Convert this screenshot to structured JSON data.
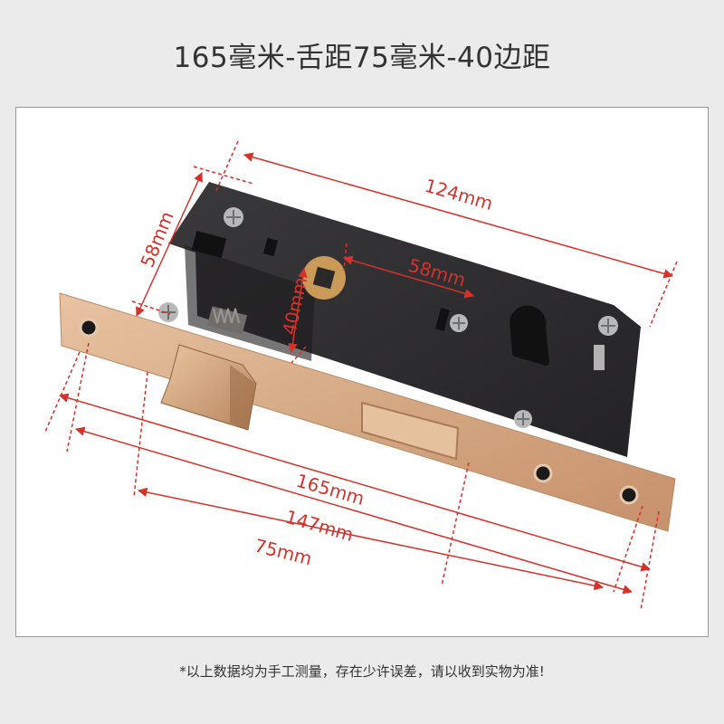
{
  "title": "165毫米-舌距75毫米-40边距",
  "dimensions": {
    "case_width": "124mm",
    "case_height": "58mm",
    "backset": "58mm",
    "spindle_offset": "40mm",
    "faceplate_length": "165mm",
    "case_length": "147mm",
    "center_distance": "75mm"
  },
  "footnote": "*以上数据均为手工测量，存在少许误差，请以收到实物为准!",
  "colors": {
    "background": "#ebebeb",
    "dimension_red": "#d6322b",
    "lock_body": "#2e2d2e",
    "faceplate_gold": "#d6ac8a"
  }
}
